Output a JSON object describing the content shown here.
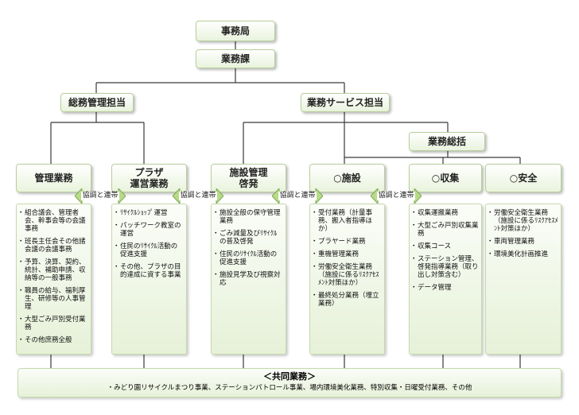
{
  "org": {
    "top": "事務局",
    "section": "業務課",
    "manager_left": "総務管理担当",
    "manager_right": "業務サービス担当",
    "general": "業務総括"
  },
  "units": [
    {
      "label": "管理業務",
      "items": [
        "組合議会、管理者会、幹事会等の会議事務",
        "班長主任会その他諸会議の会議事務",
        "予算、決算、契約、統計、補助申請、収納等の一般事務",
        "職員の給与、福利厚生、研修等の人事管理",
        "大型ごみ戸別受付業務",
        "その他庶務全般"
      ]
    },
    {
      "label": "プラザ\n運営業務",
      "items": [
        "ﾘｻｲｸﾙｼｮｯﾌﾟ運営",
        "パッチワーク教室の運営",
        "住民のﾘｻｲｸﾙ活動の促進支援",
        "その他、プラザの目的達成に資する事業"
      ]
    },
    {
      "label": "施設管理\n啓発",
      "items": [
        "施設全般の保守管理業務",
        "ごみ減量及びﾘｻｲｸﾙの普及啓発",
        "住民のﾘｻｲｸﾙ活動の促進支援",
        "施設見学及び視察対応"
      ]
    },
    {
      "label": "○施設",
      "items": [
        "受付業務（計量事務、搬入者指導ほか）",
        "プラヤード業務",
        "重機管理業務",
        "労働安全衛生業務（施設に係るﾘｽｸｱｾｽﾒﾝﾄ対策ほか）",
        "最終処分業務（埋立業務）"
      ]
    },
    {
      "label": "○収集",
      "items": [
        "収集運搬業務",
        "大型ごみ戸別収集業務",
        "収集コース",
        "ステーション管理、啓発指導業務（取り出し対策含む）",
        "データ管理"
      ]
    },
    {
      "label": "○安全",
      "items": [
        "労働安全衛生業務（施設に係るﾘｽｸｱｾｽﾒﾝﾄ対策ほか）",
        "車両管理業務",
        "環境美化計画推進"
      ]
    }
  ],
  "coop_label": "協調と連帯",
  "common": {
    "title": "＜共同業務＞",
    "text": "・みどり園リサイクルまつり事業、ステーションパトロール事業、場内環境美化業務、特別収集・日曜受付業務、その他"
  },
  "colors": {
    "line": "#3a3a3a",
    "box_border": "#b8cf9a",
    "box_fill": "#e9f3dd",
    "arrow_fill": "#b7db86",
    "arrow_stroke": "#7fa85a"
  }
}
